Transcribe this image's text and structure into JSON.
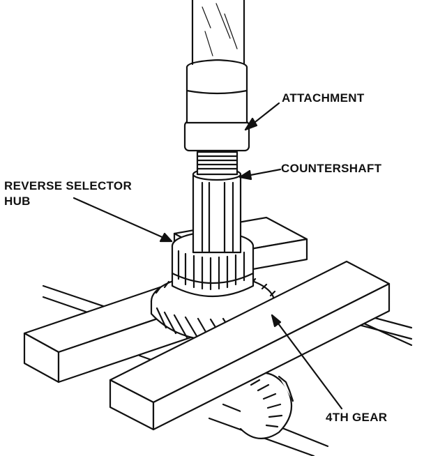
{
  "labels": {
    "attachment": "ATTACHMENT",
    "countershaft": "COUNTERSHAFT",
    "reverse_selector_hub_line1": "REVERSE SELECTOR",
    "reverse_selector_hub_line2": "HUB",
    "fourth_gear": "4TH GEAR"
  },
  "colors": {
    "ink": "#111111",
    "paper": "#ffffff"
  }
}
